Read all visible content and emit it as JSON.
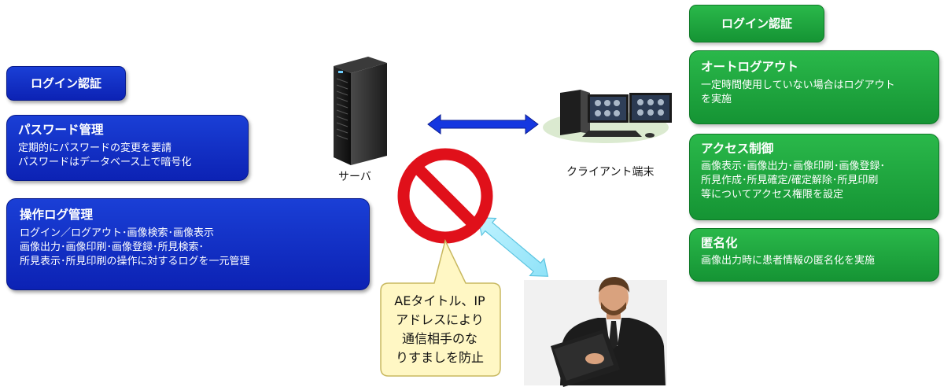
{
  "left": {
    "login_tag": "ログイン認証",
    "password": {
      "title": "パスワード管理",
      "body": "定期的にパスワードの変更を要請\nパスワードはデータベース上で暗号化"
    },
    "oplog": {
      "title": "操作ログ管理",
      "body": "ログイン／ログアウト･画像検索･画像表示\n画像出力･画像印刷･画像登録･所見検索･\n所見表示･所見印刷の操作に対するログを一元管理"
    }
  },
  "center": {
    "server_label": "サーバ",
    "client_label": "クライアント端末",
    "callout": "AEタイトル、IP\nアドレスにより\n通信相手のな\nりすましを防止"
  },
  "right": {
    "login_tag": "ログイン認証",
    "autologout": {
      "title": "オートログアウト",
      "body": "一定時間使用していない場合はログアウト\nを実施"
    },
    "access": {
      "title": "アクセス制御",
      "body": "画像表示･画像出力･画像印刷･画像登録･\n所見作成･所見確定/確定解除･所見印刷\n等についてアクセス権限を設定"
    },
    "anon": {
      "title": "匿名化",
      "body": "画像出力時に患者情報の匿名化を実施"
    }
  },
  "colors": {
    "blue": "#0c22b4",
    "green": "#159434",
    "prohibit": "#e0101a",
    "callout": "#fff7c4"
  }
}
